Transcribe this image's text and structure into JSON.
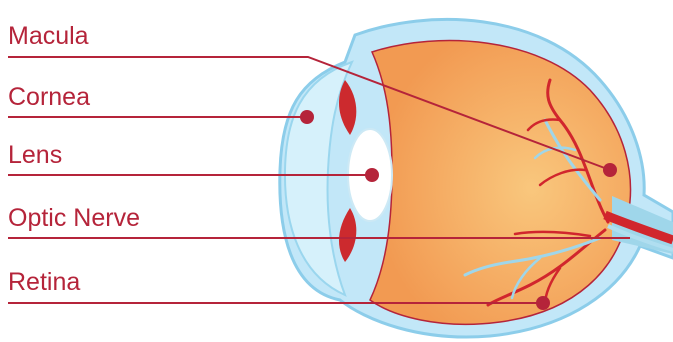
{
  "labels": {
    "macula": "Macula",
    "cornea": "Cornea",
    "lens": "Lens",
    "optic_nerve": "Optic Nerve",
    "retina": "Retina"
  },
  "colors": {
    "label_text": "#b5243a",
    "leader_line": "#b5243a",
    "marker_dot": "#b5243a",
    "outer_sclera": "#bfe6f7",
    "outer_edge": "#8fd1ee",
    "cornea": "#cdeef9",
    "eyeball": "#f5a65d",
    "eyeball_center": "#f9c77d",
    "vessel_red": "#d1262d",
    "vessel_blue": "#9fd6ea",
    "lens": "#ffffff",
    "iris": "#cc2a2e"
  }
}
